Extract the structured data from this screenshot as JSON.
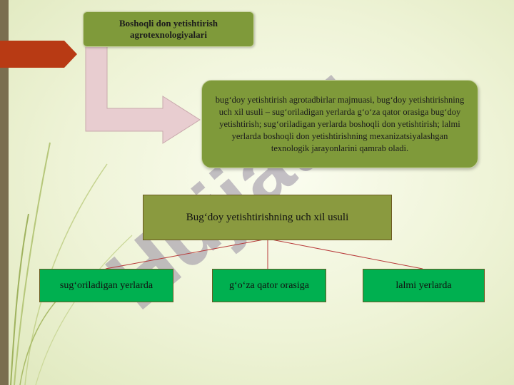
{
  "slide": {
    "title": "Boshoqli don yetishtirish agrotexnologiyalari",
    "description": "bug‘doy yetishtirish agrotadbirlar majmuasi, bug‘doy yetishtirishning uch xil usuli – sug‘oriladigan yerlarda g‘o‘za qator orasiga bug‘doy yetishtirish; sug‘oriladigan yerlarda boshoqli don yetishtirish; lalmi yerlarda boshoqli don yetishtirishning mexanizatsiyalashgan texnologik jarayonlarini qamrab oladi.",
    "watermark": "Hujjat 4"
  },
  "diagram": {
    "root": "Bug‘doy yetishtirishning uch xil usuli",
    "children": [
      "sug‘oriladigan yerlarda",
      "g‘o‘za qator orasiga",
      "lalmi yerlarda"
    ]
  },
  "colors": {
    "olive_box": "#7f9a3a",
    "leaf_green": "#00b050",
    "arrow_tab": "#b83a14",
    "bent_arrow": "#e8cdd0",
    "left_bar": "#7a6e4f",
    "connector": "#b83a3a"
  }
}
